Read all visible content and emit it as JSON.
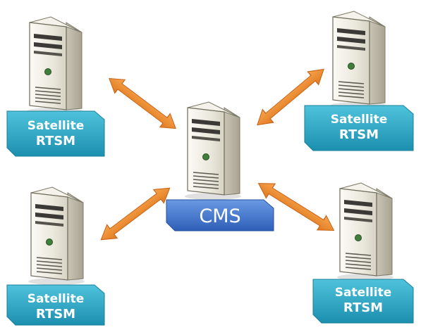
{
  "hub": {
    "label": "CMS",
    "label_color": "#3a6fc9"
  },
  "satellites": [
    {
      "position": "top-left",
      "line1": "Satellite",
      "line2": "RTSM"
    },
    {
      "position": "top-right",
      "line1": "Satellite",
      "line2": "RTSM"
    },
    {
      "position": "bottom-left",
      "line1": "Satellite",
      "line2": "RTSM"
    },
    {
      "position": "bottom-right",
      "line1": "Satellite",
      "line2": "RTSM"
    }
  ],
  "colors": {
    "satellite_label": "#2aa8c4",
    "arrow": "#f08a2c",
    "server_body": "#e9e6dc"
  },
  "icons": {
    "server": "server-tower-icon",
    "connector": "bidirectional-arrow-icon"
  }
}
